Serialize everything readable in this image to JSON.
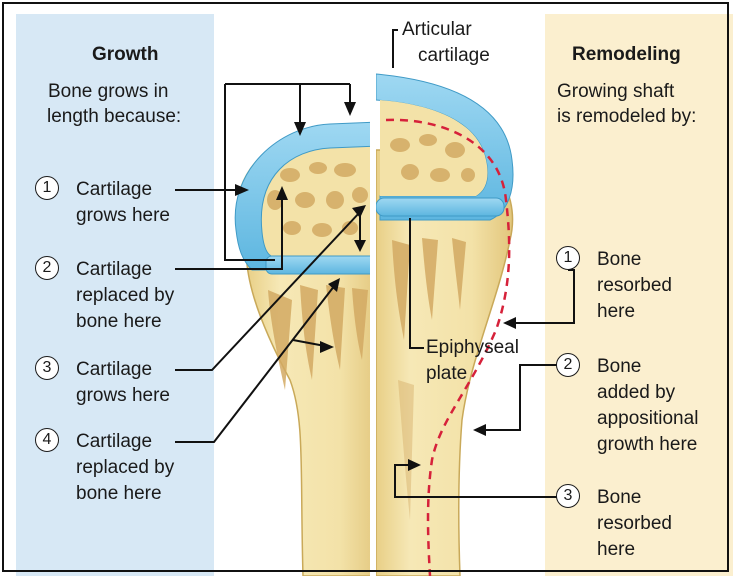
{
  "diagram": {
    "growth_panel": {
      "heading": "Growth",
      "intro_line1": "Bone grows in",
      "intro_line2": "length because:",
      "steps": [
        {
          "number": "1",
          "line1": "Cartilage",
          "line2": "grows here"
        },
        {
          "number": "2",
          "line1": "Cartilage",
          "line2": "replaced by",
          "line3": "bone here"
        },
        {
          "number": "3",
          "line1": "Cartilage",
          "line2": "grows here"
        },
        {
          "number": "4",
          "line1": "Cartilage",
          "line2": "replaced by",
          "line3": "bone here"
        }
      ]
    },
    "remodeling_panel": {
      "heading": "Remodeling",
      "intro_line1": "Growing shaft",
      "intro_line2": "is remodeled by:",
      "steps": [
        {
          "number": "1",
          "line1": "Bone",
          "line2": "resorbed",
          "line3": "here"
        },
        {
          "number": "2",
          "line1": "Bone",
          "line2": "added by",
          "line3": "appositional",
          "line4": "growth here"
        },
        {
          "number": "3",
          "line1": "Bone",
          "line2": "resorbed",
          "line3": "here"
        }
      ]
    },
    "labels": {
      "articular_line1": "Articular",
      "articular_line2": "cartilage",
      "epiphyseal_line1": "Epiphyseal",
      "epiphyseal_line2": "plate"
    },
    "colors": {
      "growth_panel": "#d7e8f5",
      "remodeling_panel": "#fbefcf",
      "bone": "#f3e2a8",
      "cartilage": "#7ec8ea",
      "resorption_line": "#d6213a"
    }
  }
}
